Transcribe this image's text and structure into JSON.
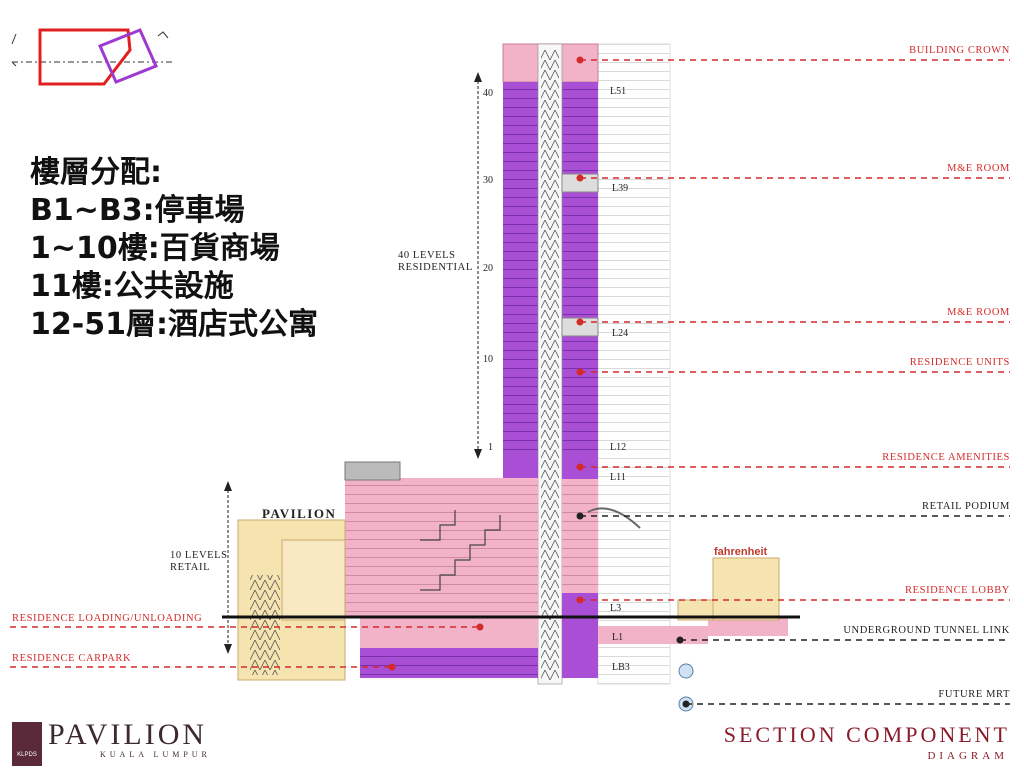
{
  "heading": {
    "line1": "樓層分配:",
    "line2": "B1~B3:停車場",
    "line3": "1~10樓:百貨商場",
    "line4": "11樓:公共設施",
    "line5": "12-51層:酒店式公寓"
  },
  "callouts": [
    {
      "id": "building-crown",
      "text": "Building crown",
      "color": "#d42a2a"
    },
    {
      "id": "me-room-1",
      "text": "M&E room",
      "color": "#d42a2a"
    },
    {
      "id": "me-room-2",
      "text": "M&E room",
      "color": "#d42a2a"
    },
    {
      "id": "residence-units",
      "text": "Residence units",
      "color": "#d42a2a"
    },
    {
      "id": "residence-amenities",
      "text": "Residence amenities",
      "color": "#d42a2a"
    },
    {
      "id": "retail-podium",
      "text": "Retail podium",
      "color": "#222222"
    },
    {
      "id": "residence-lobby",
      "text": "Residence lobby",
      "color": "#d42a2a"
    },
    {
      "id": "underground-tunnel-link",
      "text": "Underground tunnel link",
      "color": "#222222"
    },
    {
      "id": "future-mrt",
      "text": "Future MRT",
      "color": "#222222"
    },
    {
      "id": "residence-loading",
      "text": "Residence loading/unloading",
      "color": "#d42a2a"
    },
    {
      "id": "residence-carpark",
      "text": "Residence carpark",
      "color": "#d42a2a"
    }
  ],
  "levels": {
    "l51": "L51",
    "l39": "L39",
    "l24": "L24",
    "l12": "L12",
    "l11": "L11",
    "l3": "L3",
    "l1": "L1",
    "lb3": "LB3"
  },
  "ticks": [
    "40",
    "30",
    "20",
    "10",
    "1"
  ],
  "residential_label": {
    "line1": "40 Levels",
    "line2": "Residential"
  },
  "retail_label": {
    "line1": "10 Levels",
    "line2": "Retail"
  },
  "pavilion_sign": "PAVILION",
  "fahrenheit_sign": "fahrenheit",
  "footer": {
    "logo_title": "PAVILION",
    "logo_sub": "KUALA LUMPUR",
    "logo_box": "KLPDS",
    "title_main": "Section Component",
    "title_sub": "Diagram"
  },
  "colors": {
    "accent_red": "#d42a2a",
    "purple": "#a84fd6",
    "pink": "#f2b3c8",
    "cream": "#f5e3b0"
  }
}
